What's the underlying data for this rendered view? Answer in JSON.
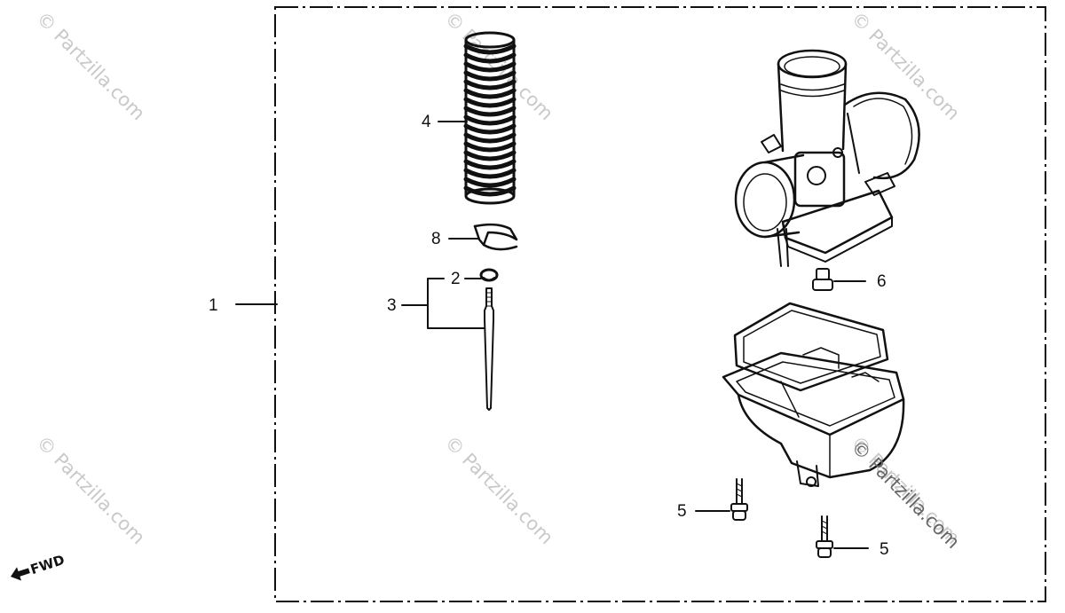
{
  "callouts": {
    "c1": "1",
    "c2": "2",
    "c3": "3",
    "c4": "4",
    "c5a": "5",
    "c5b": "5",
    "c6": "6",
    "c8": "8"
  },
  "watermark": {
    "text": "© Partzilla.com"
  },
  "direction": {
    "label": "FWD"
  },
  "parts": [
    {
      "id": "1",
      "name": "carburetor-kit"
    },
    {
      "id": "2",
      "name": "needle-clip"
    },
    {
      "id": "3",
      "name": "jet-needle"
    },
    {
      "id": "4",
      "name": "throttle-spring"
    },
    {
      "id": "5",
      "name": "float-chamber-screw"
    },
    {
      "id": "6",
      "name": "main-jet"
    },
    {
      "id": "8",
      "name": "spring-retainer"
    }
  ],
  "colors": {
    "ink": "#111111",
    "watermark": "#c9c9c9",
    "background": "#ffffff"
  }
}
